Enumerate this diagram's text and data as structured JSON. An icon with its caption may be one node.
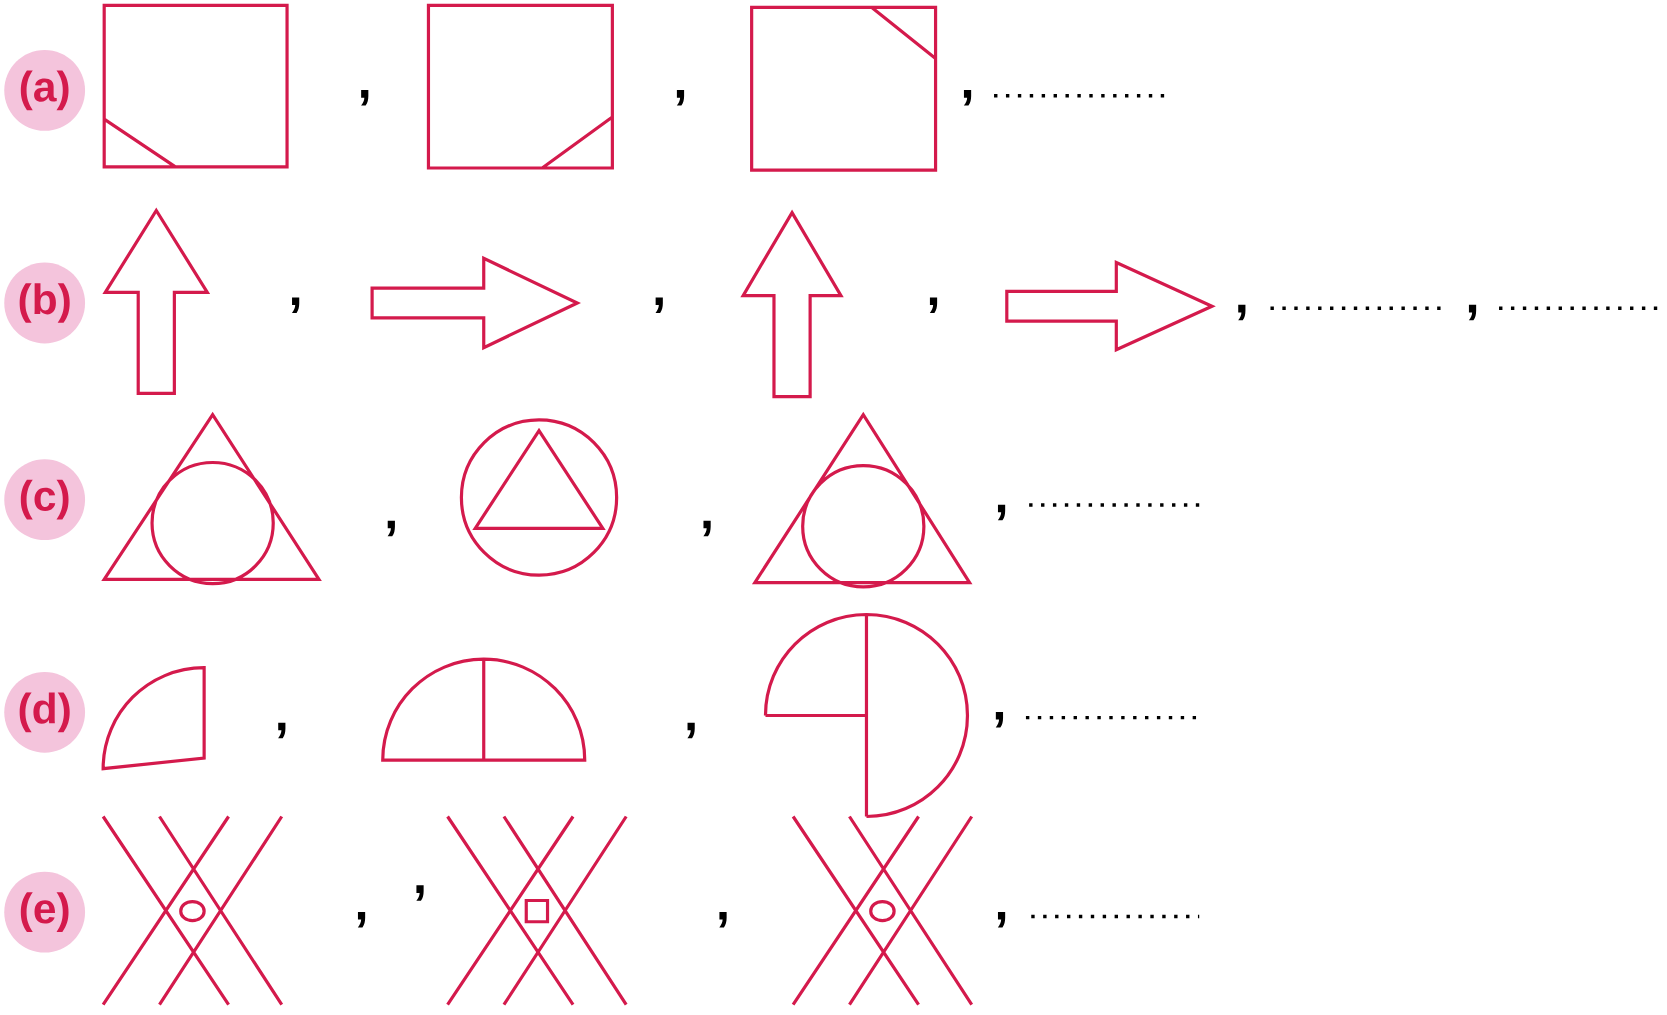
{
  "diagram": {
    "labels": [
      "(a)",
      ",",
      ",",
      ",",
      "(b)",
      ",",
      ",",
      ",",
      ",",
      ",",
      "(c)",
      ",",
      ",",
      ",",
      "(d)",
      ",",
      ",",
      ",",
      "(e)",
      ",",
      ",",
      ",",
      ","
    ]
  }
}
